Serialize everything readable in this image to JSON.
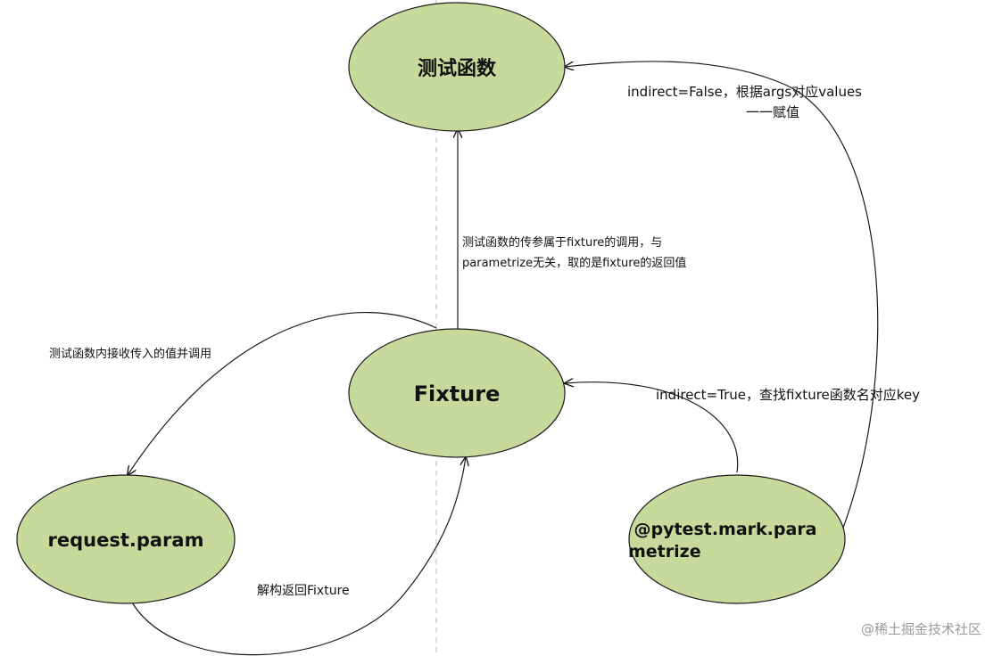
{
  "nodes": {
    "test_function": "测试函数",
    "fixture": "Fixture",
    "request_param": "request.param",
    "parametrize": [
      "@pytest.mark.para",
      "metrize"
    ]
  },
  "edges": {
    "fixture_to_test": [
      "测试函数的传参属于fixture的调用，与",
      "parametrize无关，取的是fixture的返回值"
    ],
    "parametrize_to_test": [
      "indirect=False，根据args对应values",
      "一一赋值"
    ],
    "parametrize_to_fixture": "indirect=True，查找fixture函数名对应key",
    "fixture_to_request": "测试函数内接收传入的值并调用",
    "request_to_fixture": "解构返回Fixture"
  },
  "watermark": "@稀土掘金技术社区",
  "colors": {
    "node_fill": "#c8d99c",
    "node_stroke": "#1a1a1a",
    "edge": "#1a1a1a",
    "divider": "#bbbbbb"
  }
}
